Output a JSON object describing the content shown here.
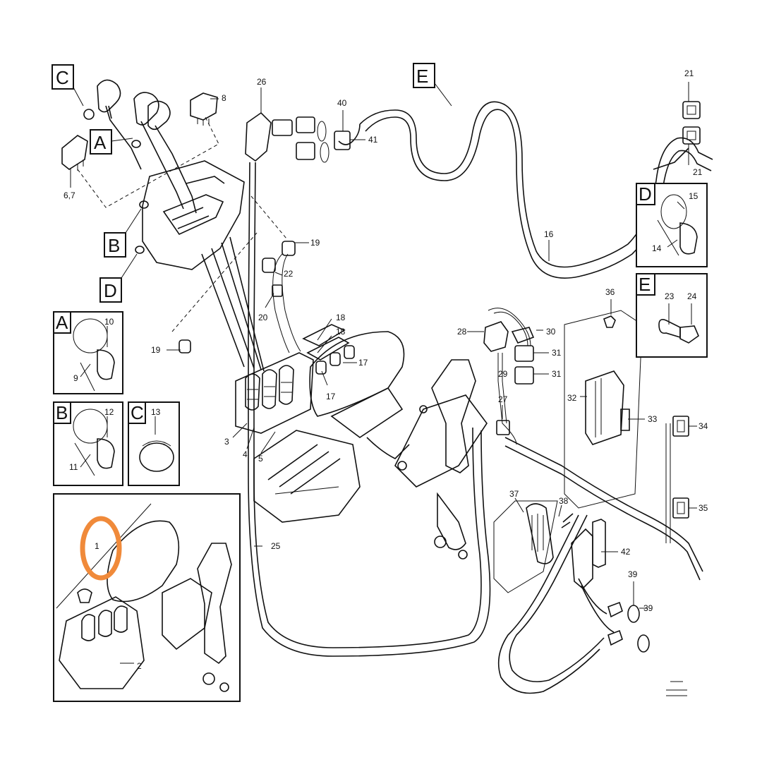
{
  "view_letters": {
    "C": "C",
    "A": "A",
    "B": "B",
    "D": "D",
    "E": "E"
  },
  "detail_panels": {
    "A": {
      "letter": "A",
      "parts": [
        "10",
        "9"
      ]
    },
    "B": {
      "letter": "B",
      "parts": [
        "12",
        "11"
      ]
    },
    "C": {
      "letter": "C",
      "parts": [
        "13"
      ]
    },
    "D": {
      "letter": "D",
      "parts": [
        "15",
        "14"
      ]
    },
    "E": {
      "letter": "E",
      "parts": [
        "23",
        "24"
      ]
    }
  },
  "part_numbers": {
    "p1": "1",
    "p2": "2",
    "p3": "3",
    "p4": "4",
    "p5": "5",
    "p67": "6,7",
    "p8": "8",
    "p16": "16",
    "p17a": "17",
    "p17b": "17",
    "p18a": "18",
    "p18b": "18",
    "p19a": "19",
    "p19b": "19",
    "p20": "20",
    "p21a": "21",
    "p21b": "21",
    "p22": "22",
    "p25": "25",
    "p26": "26",
    "p27": "27",
    "p28": "28",
    "p29": "29",
    "p30": "30",
    "p31a": "31",
    "p31b": "31",
    "p32": "32",
    "p33": "33",
    "p34": "34",
    "p35": "35",
    "p36": "36",
    "p37": "37",
    "p38": "38",
    "p39a": "39",
    "p39b": "39",
    "p40": "40",
    "p41": "41",
    "p42": "42"
  },
  "highlight": {
    "color": "#f08a3a",
    "target_part": "1"
  },
  "colors": {
    "line": "#111111",
    "background": "#ffffff"
  }
}
